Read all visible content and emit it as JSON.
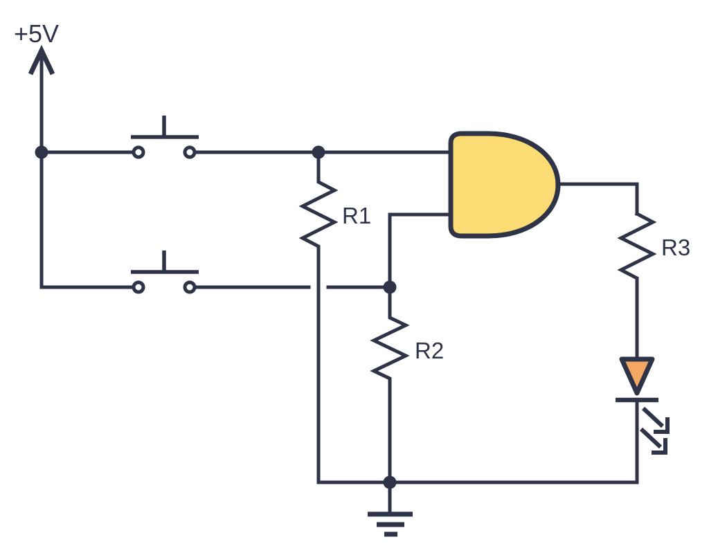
{
  "diagram": {
    "type": "circuit-schematic",
    "description": "Two momentary push buttons switch +5V onto the two inputs of an AND gate (each input held low by pull-down resistors R1 and R2); the gate output drives an LED through series resistor R3, returning to ground.",
    "power_label": "+5V",
    "resistors": {
      "r1": "R1",
      "r2": "R2",
      "r3": "R3"
    },
    "colors": {
      "line": "#2e3347",
      "gate_fill": "#fbdc74",
      "led_fill": "#f2a862",
      "background": "#ffffff"
    },
    "components": [
      {
        "name": "power-supply-arrow",
        "type": "dc-supply",
        "label": "+5V"
      },
      {
        "name": "push-button-1",
        "type": "momentary-push-button"
      },
      {
        "name": "push-button-2",
        "type": "momentary-push-button"
      },
      {
        "name": "resistor-r1",
        "type": "resistor",
        "label": "R1"
      },
      {
        "name": "resistor-r2",
        "type": "resistor",
        "label": "R2"
      },
      {
        "name": "and-gate",
        "type": "and-gate"
      },
      {
        "name": "resistor-r3",
        "type": "resistor",
        "label": "R3"
      },
      {
        "name": "led",
        "type": "light-emitting-diode"
      },
      {
        "name": "ground",
        "type": "ground"
      }
    ]
  }
}
